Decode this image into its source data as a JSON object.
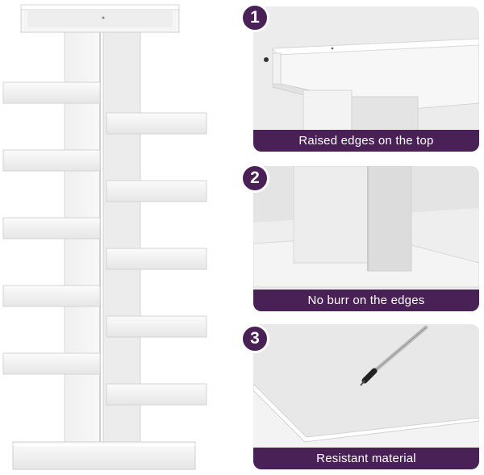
{
  "accent_color": "#4a2156",
  "features": [
    {
      "number": "1",
      "caption": "Raised edges on the top",
      "icon": "raised-edge-top-photo"
    },
    {
      "number": "2",
      "caption": "No burr on the edges",
      "icon": "smooth-edge-photo"
    },
    {
      "number": "3",
      "caption": "Resistant material",
      "icon": "scratch-test-photo"
    }
  ]
}
